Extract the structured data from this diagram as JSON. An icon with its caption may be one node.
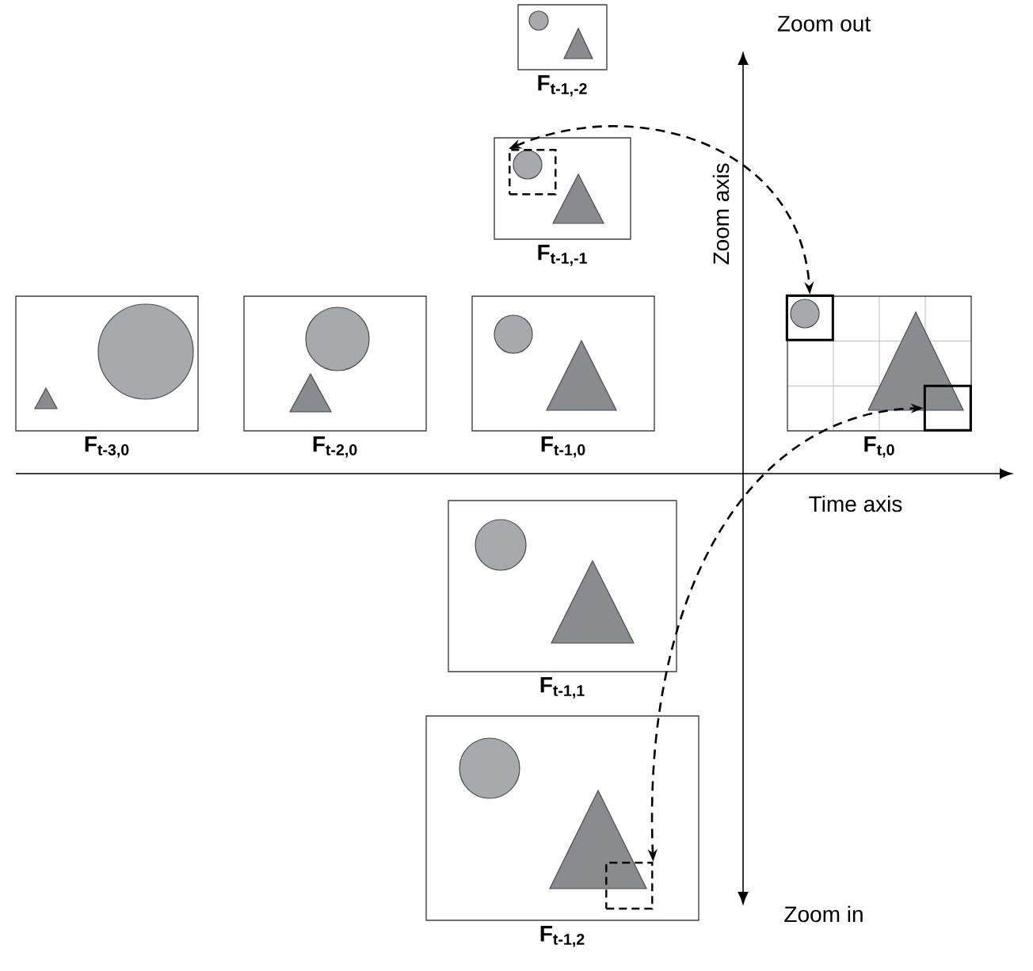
{
  "diagram": {
    "nodes": [
      {
        "text": [
          "F$_{t-1,-2}$"
        ]
      },
      {
        "text": [
          "F$_{t-1,-1}$"
        ]
      },
      {
        "text": [],
        "shape": "box",
        "in": 1
      },
      {
        "text": [
          "F$_{t-3,0}$"
        ]
      },
      {
        "text": [
          "F$_{t-2,0}$"
        ]
      },
      {
        "text": [
          "F$_{t-1,0}$"
        ]
      },
      {
        "text": [
          "F$_{t,0}$"
        ]
      },
      {
        "text": [],
        "shape": "box",
        "in": 6
      },
      {
        "text": [],
        "shape": "box",
        "in": 6
      },
      {
        "text": [
          "F$_{t-1,1}$"
        ]
      },
      {
        "text": [
          "F$_{t-1,2}$"
        ]
      },
      {
        "text": [],
        "shape": "box",
        "in": 10
      }
    ],
    "edges": [
      {
        "from": 2,
        "to": 7,
        "arrow": "both",
        "style": "dashed"
      },
      {
        "from": 11,
        "to": 8,
        "arrow": "both",
        "style": "dashed"
      }
    ],
    "labels": [
      "Zoom out",
      "Zoom axis",
      "Time axis",
      "Zoom in"
    ]
  }
}
